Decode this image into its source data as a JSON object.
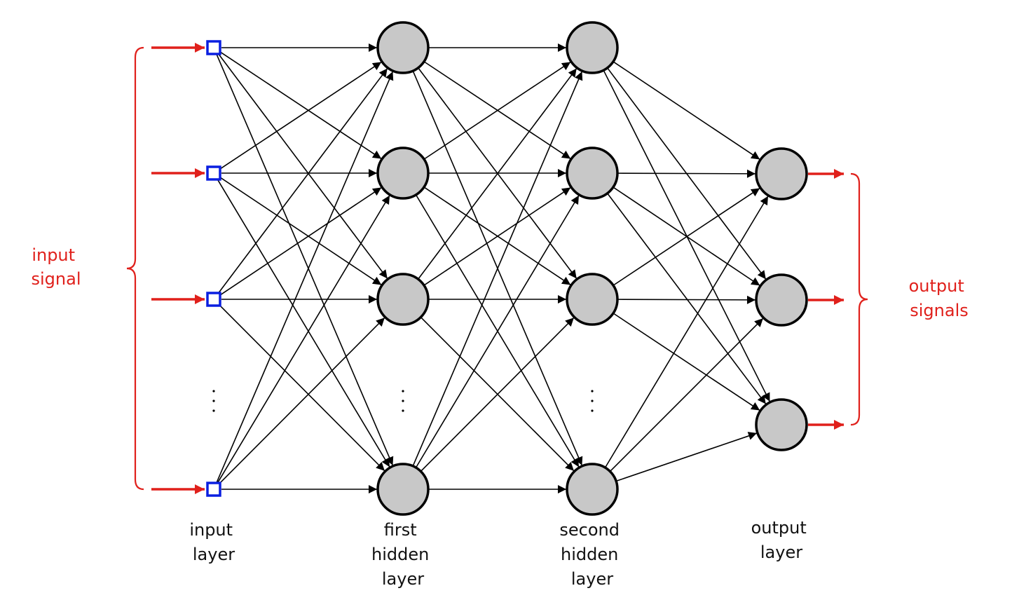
{
  "labels": {
    "input_signal": [
      "input",
      "signal"
    ],
    "output_signals": [
      "output",
      "signals"
    ],
    "input_layer": [
      "input",
      "layer"
    ],
    "first_hidden_layer": [
      "first",
      "hidden",
      "layer"
    ],
    "second_hidden_layer": [
      "second",
      "hidden",
      "layer"
    ],
    "output_layer": [
      "output",
      "layer"
    ]
  },
  "colors": {
    "signal": "#e0201b",
    "input_node": "#0a1fe0",
    "neuron_fill": "#c8c8c8",
    "edge": "#000000"
  }
}
